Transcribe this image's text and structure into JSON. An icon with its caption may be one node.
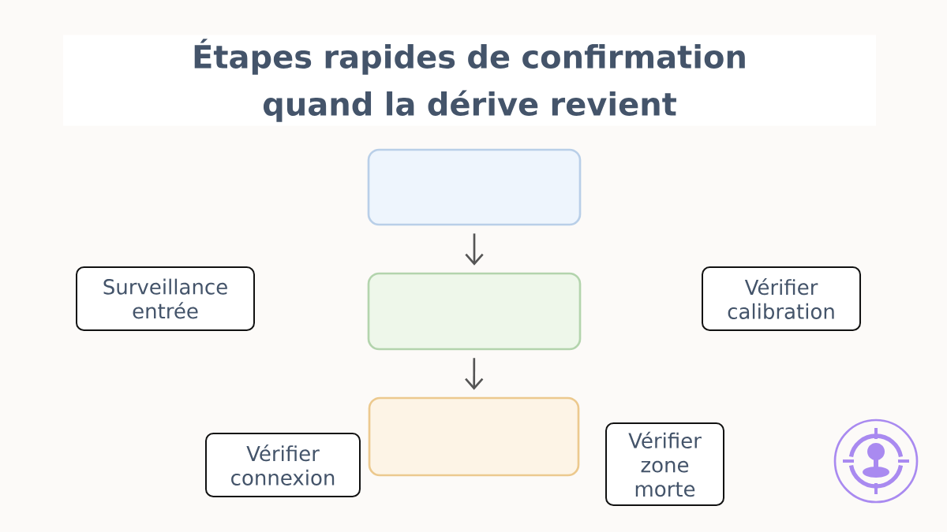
{
  "diagram": {
    "title": "Étapes rapides de confirmation quand la dérive revient",
    "nodes": [
      {
        "text": [],
        "shape": "box"
      },
      {
        "text": [
          "Surveillance entrée"
        ]
      },
      {
        "text": [],
        "shape": "box"
      },
      {
        "text": [
          "Vérifier calibration"
        ]
      },
      {
        "text": [
          "Vérifier connexion"
        ]
      },
      {
        "text": [],
        "shape": "box"
      },
      {
        "text": [
          "Vérifier zone morte"
        ]
      }
    ],
    "edges": [
      {
        "from": 0,
        "to": 2,
        "arrow": "to"
      },
      {
        "from": 2,
        "to": 5,
        "arrow": "to"
      }
    ]
  }
}
